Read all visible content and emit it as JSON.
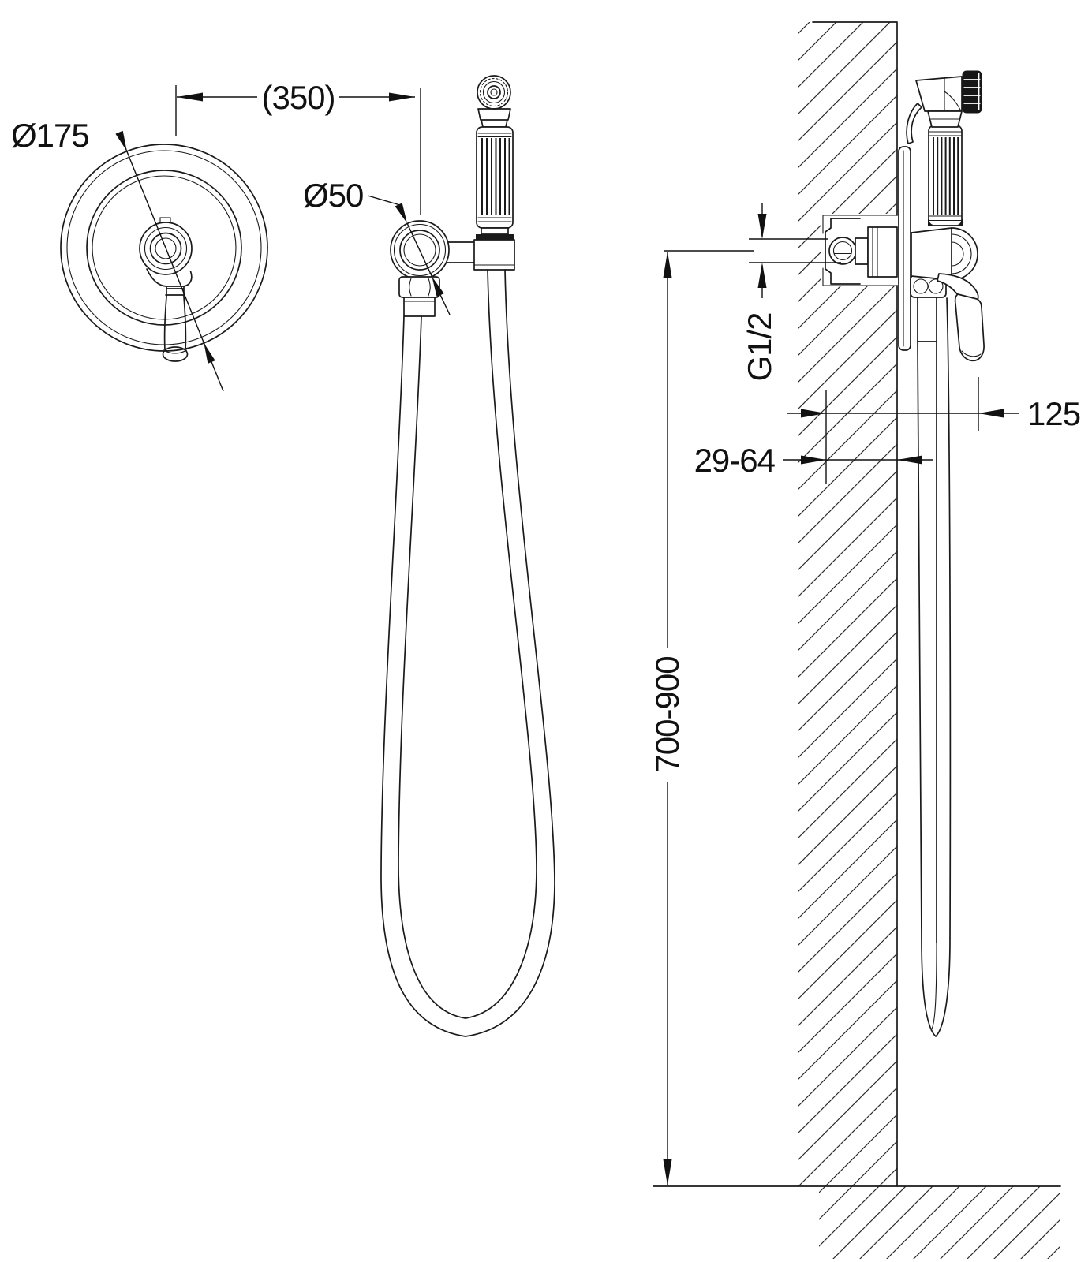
{
  "drawing": {
    "type": "technical-dimension-drawing",
    "subject": "concealed hygienic shower set with wall plate, holder and hand spray (front and side installation views)",
    "colors": {
      "line": "#1a1a1a",
      "dimension": "#111111",
      "background": "#ffffff"
    },
    "views": {
      "front": "front view",
      "side": "wall section side view"
    }
  },
  "labels": {
    "plate_diameter": "Ø175",
    "span": "(350)",
    "holder_diameter": "Ø50",
    "thread": "G1/2",
    "projection": "125",
    "depth_range": "29-64",
    "height_range": "700-900"
  }
}
